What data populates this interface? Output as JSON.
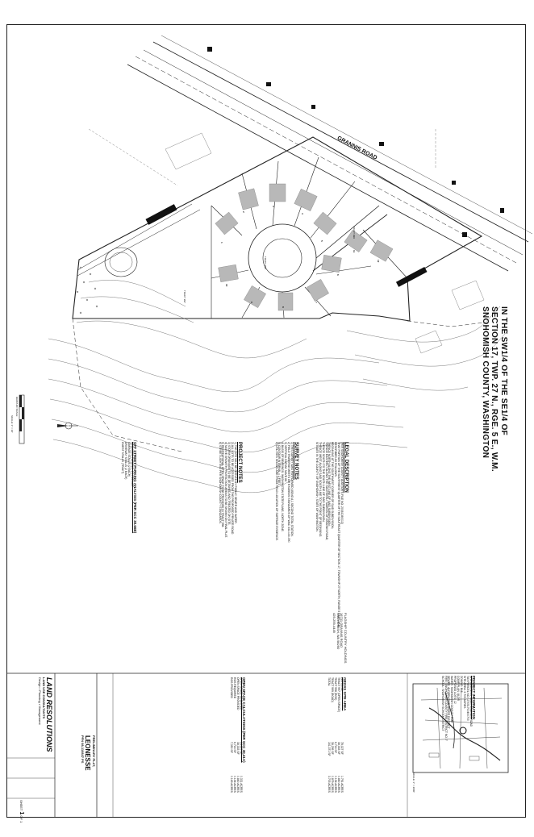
{
  "sheet_title": {
    "line1": "IN THE SW1/4 OF THE SE1/4 OF",
    "line2": "SECTION 17, TWP. 27 N., RGE. 5 E., W.M.",
    "line3": "SNOHOMISH COUNTY, WASHINGTON"
  },
  "road_label": "GRANNIS ROAD",
  "legal_description": {
    "heading": "LEGAL DESCRIPTION",
    "lines": [
      "(PER SNOHOMISH COUNTY AUDITOR'S FILE NO. 20081080013)",
      "THAT PORTION OF THE SOUTHWEST QUARTER OF THE SOUTHEAST QUARTER OF SECTION 17, TOWNSHIP 27 NORTH, RANGE 5 EAST, W.M.",
      "DESCRIBED AS FOLLOWS:",
      "BEGINNING AT THE SOUTHWEST CORNER OF SAID SUBDIVISION;",
      "THENCE NORTH ALONG THE WEST LINE OF SAID SUBDIVISION;",
      "THENCE EASTERLY ALONG THE SOUTHERLY MARGIN OF GRANNIS ROAD;",
      "THENCE SOUTH TO THE SOUTH LINE OF SAID SUBDIVISION;",
      "THENCE WEST ALONG SAID SOUTH LINE TO THE POINT OF BEGINNING.",
      "SITUATE IN THE COUNTY OF SNOHOMISH, STATE OF WASHINGTON."
    ]
  },
  "survey_notes": {
    "heading": "SURVEY NOTES",
    "lines": [
      "1) THIS SURVEY WAS PERFORMED USING A 1 SECOND TOTAL STATION.",
      "2) FIELD TRAVERSE MEETS OR EXCEEDS STANDARDS OF WAC 332-130-090.",
      "3) VERTICAL DATUM: NAVD 88.",
      "4) BASIS OF BEARINGS: WASHINGTON STATE PLANE, NORTH ZONE.",
      "5) CONTOUR INTERVAL = 2 FEET.",
      "6) UTILITIES SHOWN ARE FROM FIELD LOCATION OF SURFACE EVIDENCE."
    ]
  },
  "project_notes": {
    "heading": "PROJECT NOTES",
    "lines": [
      "1) THE SITE WILL BE SERVED BY PUBLIC SEWER AND WATER.",
      "2) ALL LOTS TO BE ACCESSED FROM THE PROPOSED PRIVATE ROAD.",
      "3) STORM DRAINAGE TO BE DETAINED AND TREATED ON SITE.",
      "4) NATIVE GROWTH PROTECTION AREAS TO BE SHOWN ON FINAL PLAT.",
      "5) RECREATIONAL OPEN SPACE TO BE PROVIDED IN TRACT 998.",
      "6) STREET LIGHTING PER SNOHOMISH COUNTY STANDARDS."
    ]
  },
  "parking": {
    "heading": "OFF STREET PARKING ANALYSIS (PER SCC 30.66B)",
    "lines": [
      "REQUIRED PARKING: 2.5 PER LOT",
      "GARAGE STALLS (2 EACH)",
      "DRIVEWAY STALLS (2 EACH)",
      "GUEST STALLS (TRACT)"
    ]
  },
  "owner": {
    "lines": [
      "FLAGSHIP COUNTRY HOLDINGS",
      "16731 GRANNIS ROAD",
      "SNOHOMISH, WA 98290",
      "425-259-4449"
    ]
  },
  "project_information": {
    "heading": "PROJECT INFORMATION",
    "lines": [
      "SITE ADDRESS: 16320 GRANNIS ROAD",
      "TAX PARCEL NO.: 27051700400700",
      "SITE AREA: 3.705 ACRES",
      "ZONING: R-5",
      "COMP PLAN: ULDR",
      "PROPOSED LOTS: 12",
      "WATER: SNOHOMISH COUNTY PUD",
      "SEWER: ALDERWOOD WATER DISTRICT",
      "FIRE: SNOHOMISH COUNTY FIRE DISTRICT NO. 7",
      "SCHOOL: SNOHOMISH SCHOOL DISTRICT"
    ]
  },
  "density_table": {
    "heading": "GROSS SITE AREA",
    "rows": [
      [
        "LOTS 1-12",
        "78,027 SF",
        "1.791 ACRES"
      ],
      [
        "TRACT 997 (OPEN SPACE)",
        "38,333 SF",
        "0.880 ACRES"
      ],
      [
        "TRACT 998 (ROS)",
        "6,716 SF",
        "0.154 ACRES"
      ],
      [
        "TRACT 999 (ROAD)",
        "38,295 SF",
        "0.879 ACRES"
      ],
      [
        "TOTAL",
        "161,371 SF",
        "3.705 ACRES"
      ]
    ]
  },
  "open_space_table": {
    "heading": "OPEN SPACE CALCULATIONS (PER SCC 30.41A)",
    "rows": [
      [
        "OPEN SPACE REQUIRED",
        "14,397 SF",
        "0.331 ACRES"
      ],
      [
        "OPEN SPACE PROVIDED",
        "38,333 SF",
        "0.880 ACRES"
      ],
      [
        "ROS REQUIRED",
        "6,716 SF",
        "0.154 ACRES"
      ],
      [
        "ROS PROVIDED",
        "7,350 SF",
        "0.169 ACRES"
      ]
    ]
  },
  "firm": {
    "name": "LAND RESOLUTIONS",
    "subtitle": "LAND USE CONSULTANTS",
    "tagline": "Design • Planning • Management"
  },
  "project_title": {
    "type": "PRELIMINARY PLAT,",
    "project": "LEONESSE",
    "pfn": "PFN 08-110847 PS"
  },
  "scale_bar": {
    "label": "GRAPHIC SCALE",
    "scale": "SCALE: 1\" = 30'"
  },
  "vicinity_scale": "SCALE: 1\" = 2000'",
  "sheet": {
    "label": "SHEET",
    "number": "1",
    "of": "OF 1"
  },
  "lot_labels": [
    "1",
    "2",
    "3",
    "4",
    "5",
    "6",
    "7",
    "8",
    "9",
    "10",
    "11",
    "12"
  ],
  "tract_labels": [
    "TRACT 997",
    "TRACT 998",
    "TRACT 999"
  ],
  "colors": {
    "ink": "#222222",
    "hatch": "#8a8a8a",
    "building": "#b5b5b5",
    "paper": "#ffffff"
  }
}
